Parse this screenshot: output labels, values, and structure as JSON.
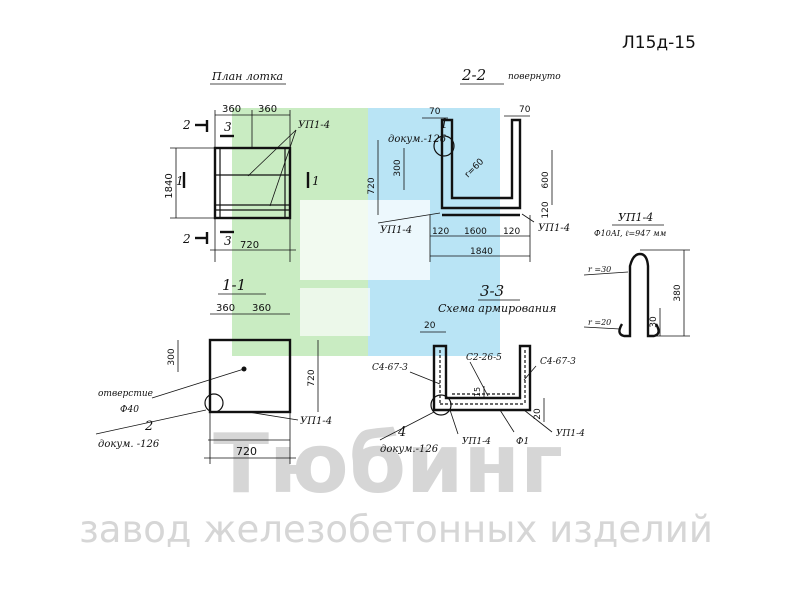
{
  "sheet_code": "Л15д-15",
  "plan": {
    "title": "План лотка",
    "dims": {
      "w_left": "360",
      "w_right": "360",
      "total": "720",
      "height": "1840"
    },
    "ref": "УП1-4",
    "section_marks": {
      "s1": "1",
      "s2": "2",
      "s3": "3"
    }
  },
  "section_22": {
    "title": "2-2",
    "note": "повернуто",
    "callout": "1",
    "callout_doc": "докум.-126",
    "dims": {
      "top1": "70",
      "top2": "70",
      "h720": "720",
      "h300": "300",
      "h600": "600",
      "h120": "120",
      "r60": "r=60",
      "b120a": "120",
      "b1600": "1600",
      "b120b": "120",
      "b1840": "1840"
    },
    "ref_left": "УП1-4",
    "ref_right": "УП1-4"
  },
  "loop": {
    "title": "УП1-4",
    "spec": "Ф10АI, ℓ=947 мм",
    "r30": "r =30",
    "r20": "r =20",
    "d30": "30",
    "d380": "380"
  },
  "section_11": {
    "title": "1-1",
    "dims": {
      "w1": "360",
      "w2": "360",
      "h300": "300",
      "h720": "720",
      "w720": "720"
    },
    "hole_label": "отверстие",
    "hole_dia": "Ф40",
    "callout": "2",
    "callout_doc": "докум. -126",
    "ref": "УП1-4"
  },
  "section_33": {
    "title": "3-3",
    "subtitle": "Схема армирования",
    "dims": {
      "d20a": "20",
      "d15": "15",
      "d20b": "20"
    },
    "labels": {
      "c4_left": "С4-67-3",
      "c2": "С2-26-5",
      "c4_right": "С4-67-3",
      "up_a": "УП1-4",
      "up_b": "УП1-4",
      "f1": "Ф1"
    },
    "callout": "4",
    "callout_doc": "докум.-126"
  },
  "watermark": {
    "brand": "Тюбинг",
    "tagline": "завод железобетонных изделий",
    "colors": {
      "green": "#c9ecc2",
      "blue": "#b9e4f5",
      "text": "#d6d6d6"
    }
  }
}
